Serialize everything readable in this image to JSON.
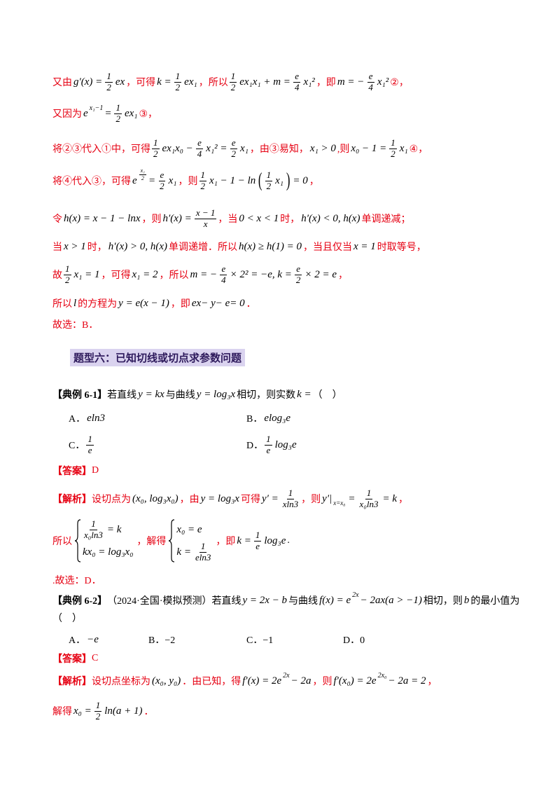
{
  "colors": {
    "red": "#e60012",
    "heading_bg": "#dad3ef",
    "heading_text": "#2e1a5c"
  },
  "solution": {
    "lines": [
      [
        {
          "r": "又由"
        },
        {
          "m": "g′(x) = "
        },
        {
          "f": [
            "1",
            "2"
          ]
        },
        {
          "m": "ex"
        },
        {
          "r": "，可得"
        },
        {
          "m": "k = "
        },
        {
          "f": [
            "1",
            "2"
          ]
        },
        {
          "m": "ex₁"
        },
        {
          "r": "，所以"
        },
        {
          "f": [
            "1",
            "2"
          ]
        },
        {
          "m": "ex₁x₁ + m = "
        },
        {
          "f": [
            "e",
            "4"
          ]
        },
        {
          "m": "x₁²"
        },
        {
          "r": "，即"
        },
        {
          "m": "m = −"
        },
        {
          "f": [
            "e",
            "4"
          ]
        },
        {
          "m": "x₁²"
        },
        {
          "r": "②，"
        }
      ],
      [
        {
          "r": "又因为"
        },
        {
          "m": "e"
        },
        {
          "sup": "x₁−1"
        },
        {
          "m": " = "
        },
        {
          "f": [
            "1",
            "2"
          ]
        },
        {
          "m": "ex₁"
        },
        {
          "r": "③，"
        }
      ],
      [
        {
          "r": "将②③代入①中，可得"
        },
        {
          "f": [
            "1",
            "2"
          ]
        },
        {
          "m": "ex₁x₀ − "
        },
        {
          "f": [
            "e",
            "4"
          ]
        },
        {
          "m": "x₁² = "
        },
        {
          "f": [
            "e",
            "2"
          ]
        },
        {
          "m": "x₁"
        },
        {
          "r": "，由③易知，"
        },
        {
          "m": "x₁ > 0"
        },
        {
          "r": ",则"
        },
        {
          "m": "x₀ − 1 = "
        },
        {
          "f": [
            "1",
            "2"
          ]
        },
        {
          "m": "x₁"
        },
        {
          "r": "④，"
        }
      ],
      [
        {
          "r": "将④代入③，可得"
        },
        {
          "m": "e"
        },
        {
          "supf": [
            "x₁",
            "2"
          ]
        },
        {
          "m": " = "
        },
        {
          "f": [
            "e",
            "2"
          ]
        },
        {
          "m": "x₁"
        },
        {
          "r": "，则"
        },
        {
          "f": [
            "1",
            "2"
          ]
        },
        {
          "m": "x₁ − 1 − ln"
        },
        {
          "bp": "("
        },
        {
          "f": [
            "1",
            "2"
          ]
        },
        {
          "m": "x₁"
        },
        {
          "bp": ")"
        },
        {
          "m": " = 0"
        },
        {
          "r": "，"
        }
      ],
      [
        {
          "r": "令"
        },
        {
          "m": "h(x) = x − 1 − lnx"
        },
        {
          "r": "，则"
        },
        {
          "m": "h′(x) = "
        },
        {
          "f": [
            "x − 1",
            "x"
          ]
        },
        {
          "r": "，当"
        },
        {
          "m": "0 < x < 1"
        },
        {
          "r": "时，"
        },
        {
          "m": "h′(x) < 0, h(x)"
        },
        {
          "r": "单调递减；"
        }
      ],
      [
        {
          "r": "当"
        },
        {
          "m": "x > 1"
        },
        {
          "r": "时，"
        },
        {
          "m": "h′(x) > 0, h(x)"
        },
        {
          "r": "单调递增．所以"
        },
        {
          "m": "h(x) ≥ h(1) = 0"
        },
        {
          "r": "，当且仅当"
        },
        {
          "m": "x = 1"
        },
        {
          "r": "时取等号，"
        }
      ],
      [
        {
          "r": "故"
        },
        {
          "f": [
            "1",
            "2"
          ]
        },
        {
          "m": "x₁ = 1"
        },
        {
          "r": "，可得"
        },
        {
          "m": "x₁ = 2"
        },
        {
          "r": "，所以"
        },
        {
          "m": "m = −"
        },
        {
          "f": [
            "e",
            "4"
          ]
        },
        {
          "m": "× 2² = −e, k = "
        },
        {
          "f": [
            "e",
            "2"
          ]
        },
        {
          "m": "× 2 = e"
        },
        {
          "r": "，"
        }
      ],
      [
        {
          "r": "所以"
        },
        {
          "m": "l"
        },
        {
          "r": "的方程为"
        },
        {
          "m": "y = e(x − 1)"
        },
        {
          "r": "，即"
        },
        {
          "m": "ex− y− e= 0"
        },
        {
          "r": "．"
        }
      ],
      [
        {
          "r": "故选：B．"
        }
      ]
    ]
  },
  "section_heading": {
    "title": "题型六：已知切线或切点求参数问题"
  },
  "example_6_1": {
    "question": [
      {
        "kb": "【典例 6-1】"
      },
      {
        "k": "若直线"
      },
      {
        "m": "y = kx"
      },
      {
        "k": "与曲线"
      },
      {
        "m": "y = log₃x"
      },
      {
        "k": "相切，则实数"
      },
      {
        "m": "k ="
      },
      {
        "k": "（　）"
      }
    ],
    "options": [
      [
        {
          "k": "A．"
        },
        {
          "m": "eln3"
        }
      ],
      [
        {
          "k": "B．"
        },
        {
          "m": "elog₃e"
        }
      ],
      [
        {
          "k": "C．"
        },
        {
          "f": [
            "1",
            "e"
          ]
        }
      ],
      [
        {
          "k": "D．"
        },
        {
          "f": [
            "1",
            "e"
          ]
        },
        {
          "m": "log₃e"
        }
      ]
    ],
    "answer": [
      {
        "rb": "【答案】"
      },
      {
        "r": "D"
      }
    ],
    "analysis": [
      [
        {
          "rb": "【解析】"
        },
        {
          "r": "设切点为"
        },
        {
          "m": "(x₀, log₃x₀)"
        },
        {
          "r": "，由"
        },
        {
          "m": "y = log₃x"
        },
        {
          "r": "可得"
        },
        {
          "m": "y′ = "
        },
        {
          "f": [
            "1",
            "xln3"
          ]
        },
        {
          "r": "，则"
        },
        {
          "m": "y′|"
        },
        {
          "sub": "x=x₀"
        },
        {
          "m": "= "
        },
        {
          "f": [
            "1",
            "x₀ln3"
          ]
        },
        {
          "m": "= k"
        },
        {
          "r": "，"
        }
      ],
      [
        {
          "r": "所以"
        },
        {
          "sys": [
            [
              {
                "f": [
                  "1",
                  "x₀ln3"
                ]
              },
              {
                "m": "= k"
              }
            ],
            [
              {
                "m": "kx₀ = log₃x₀"
              }
            ]
          ]
        },
        {
          "r": "，解得"
        },
        {
          "sys": [
            [
              {
                "m": "x₀ = e"
              }
            ],
            [
              {
                "m": "k = "
              },
              {
                "f": [
                  "1",
                  "eln3"
                ]
              }
            ]
          ]
        },
        {
          "r": "，即"
        },
        {
          "m": "k = "
        },
        {
          "f": [
            "1",
            "e"
          ]
        },
        {
          "m": "log₃e"
        },
        {
          "k": "."
        }
      ]
    ],
    "conclusion": [
      {
        "r": ".故选：D．"
      }
    ]
  },
  "example_6_2": {
    "question": [
      [
        {
          "kb": "【典例 6-2】"
        },
        {
          "k": "（2024·全国·模拟预测）若直线"
        },
        {
          "m": "y = 2x − b"
        },
        {
          "k": "与曲线"
        },
        {
          "m": "f(x) = e"
        },
        {
          "sup": "2x"
        },
        {
          "m": "− 2ax(a > −1)"
        },
        {
          "k": "相切，则"
        },
        {
          "m": "b"
        },
        {
          "k": "的最小值为"
        }
      ],
      [
        {
          "k": "（　）"
        }
      ]
    ],
    "options": [
      [
        {
          "k": "A．"
        },
        {
          "m": "−e"
        }
      ],
      [
        {
          "k": "B．−2"
        }
      ],
      [
        {
          "k": "C．−1"
        }
      ],
      [
        {
          "k": "D．0"
        }
      ]
    ],
    "answer": [
      {
        "rb": "【答案】"
      },
      {
        "r": "C"
      }
    ],
    "analysis": [
      [
        {
          "rb": "【解析】"
        },
        {
          "r": "设切点坐标为"
        },
        {
          "m": "(x₀, y₀)"
        },
        {
          "r": "．由已知，得"
        },
        {
          "m": "f′(x) = 2e"
        },
        {
          "sup": "2x"
        },
        {
          "m": "− 2a"
        },
        {
          "r": "，则"
        },
        {
          "m": "f′(x₀) = 2e"
        },
        {
          "sup": "2x₀"
        },
        {
          "m": "− 2a = 2"
        },
        {
          "r": "，"
        }
      ],
      [
        {
          "r": "解得"
        },
        {
          "m": "x₀ = "
        },
        {
          "f": [
            "1",
            "2"
          ]
        },
        {
          "m": "ln(a + 1)"
        },
        {
          "r": "．"
        }
      ]
    ]
  }
}
